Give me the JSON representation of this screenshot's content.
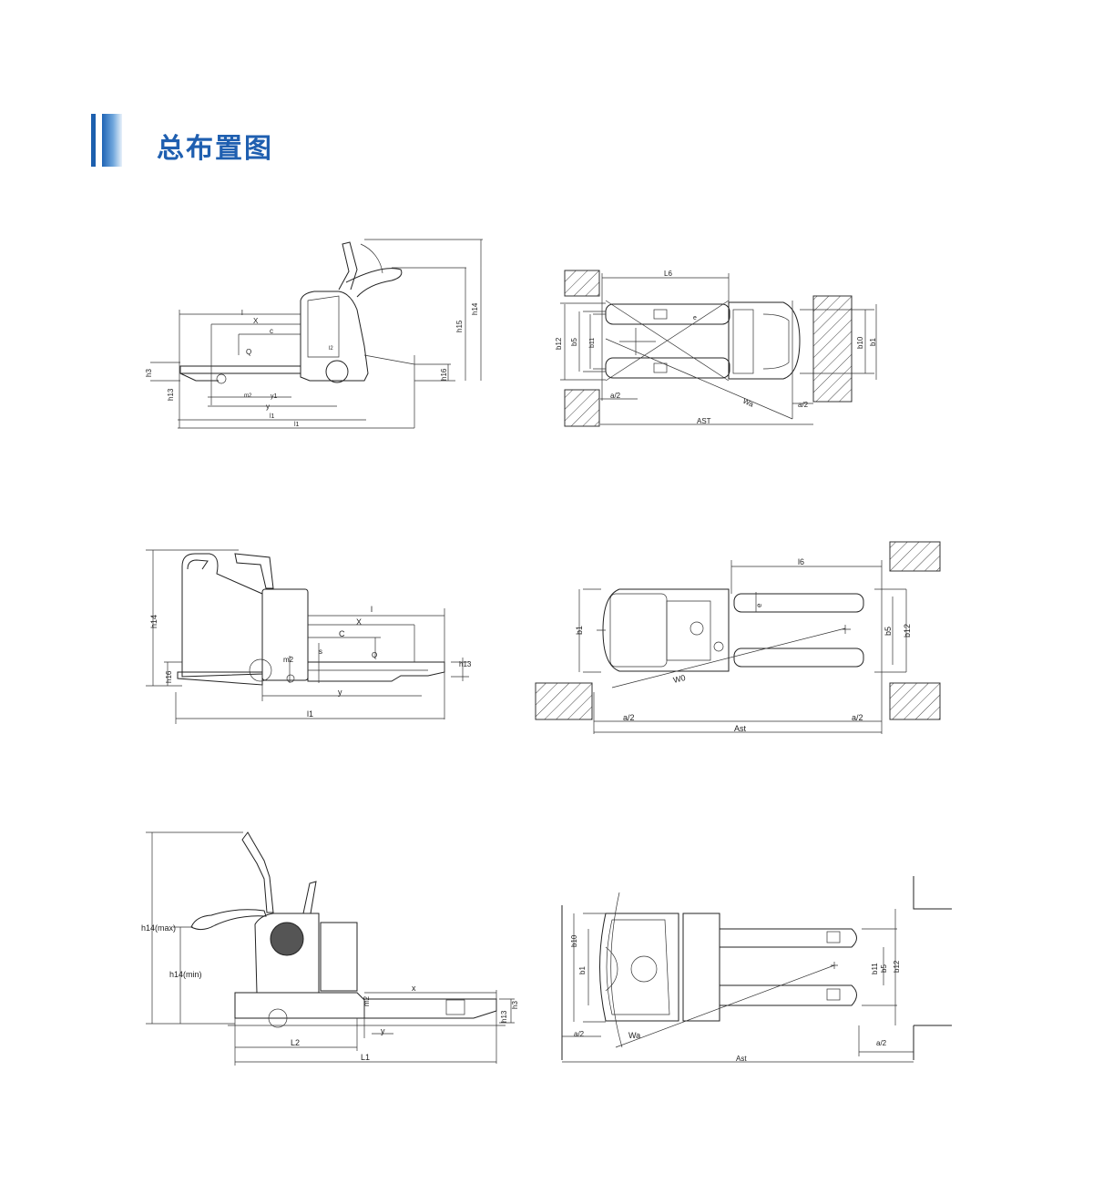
{
  "header": {
    "title": "总布置图",
    "accent_color": "#1f5fb0"
  },
  "diagrams": {
    "d1_side": {
      "labels": [
        "l",
        "X",
        "c",
        "Q",
        "l2",
        "h3",
        "h13",
        "m2",
        "y1",
        "y",
        "l1",
        "l1",
        "h15",
        "h14",
        "h16"
      ]
    },
    "d1_top": {
      "labels": [
        "L6",
        "b12",
        "b5",
        "b11",
        "e",
        "b10",
        "b1",
        "a/2",
        "Wa",
        "a/2",
        "AST"
      ]
    },
    "d2_side": {
      "labels": [
        "h14",
        "l",
        "X",
        "C",
        "s",
        "Q",
        "m2",
        "h16",
        "y",
        "h13",
        "l1"
      ]
    },
    "d2_top": {
      "labels": [
        "l6",
        "e",
        "b1",
        "b5",
        "b12",
        "W0",
        "a/2",
        "a/2",
        "Ast"
      ]
    },
    "d3_side": {
      "labels": [
        "h14(max)",
        "h14(min)",
        "x",
        "m2",
        "h13",
        "h3",
        "y",
        "L2",
        "L1"
      ]
    },
    "d3_top": {
      "labels": [
        "b10",
        "b1",
        "b11",
        "b5",
        "b12",
        "a/2",
        "Wa",
        "a/2",
        "Ast"
      ]
    }
  }
}
